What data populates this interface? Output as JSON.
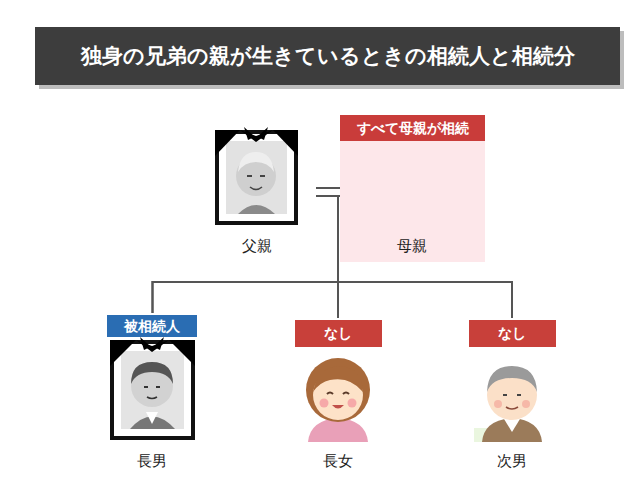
{
  "diagram": {
    "title": "独身の兄弟の親が生きているときの相続人と相続分",
    "nodes": [
      {
        "text": [
          "父親"
        ]
      },
      {
        "text": [
          "すべて母親が相続",
          "母親"
        ]
      },
      {
        "text": [
          "被相続人",
          "長男"
        ]
      },
      {
        "text": [
          "なし",
          "長女"
        ]
      },
      {
        "text": [
          "なし",
          "次男"
        ]
      }
    ],
    "edges": [
      {
        "from": 0,
        "to": 1,
        "arrow": "none"
      },
      {
        "from": 0,
        "to": 2,
        "arrow": "none"
      },
      {
        "from": 0,
        "to": 3,
        "arrow": "none"
      },
      {
        "from": 0,
        "to": 4,
        "arrow": "none"
      },
      {
        "from": 1,
        "to": 2,
        "arrow": "none"
      },
      {
        "from": 1,
        "to": 3,
        "arrow": "none"
      },
      {
        "from": 1,
        "to": 4,
        "arrow": "none"
      }
    ]
  }
}
